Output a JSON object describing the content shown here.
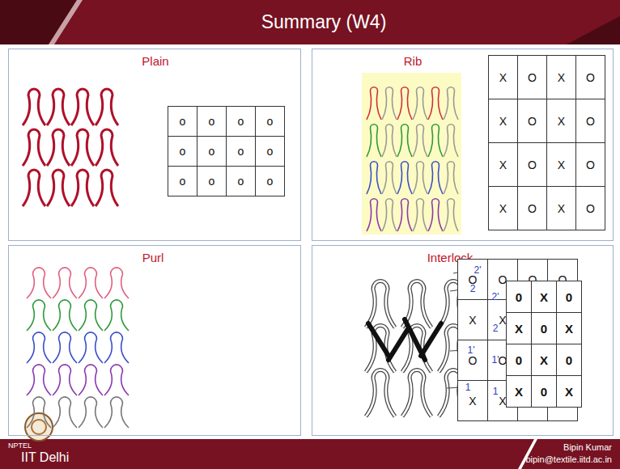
{
  "diagram": {
    "title": "Summary (W4)",
    "nodes": [
      {
        "text": [
          "Plain"
        ]
      },
      {
        "text": [
          "Rib"
        ]
      },
      {
        "text": [
          "Purl"
        ]
      },
      {
        "text": [
          "Interlock"
        ]
      }
    ],
    "labels": [
      "o",
      "o",
      "o",
      "o",
      "o",
      "o",
      "o",
      "o",
      "o",
      "o",
      "o",
      "o",
      "X",
      "O",
      "X",
      "O",
      "X",
      "O",
      "X",
      "O",
      "X",
      "O",
      "X",
      "O",
      "X",
      "O",
      "X",
      "O",
      "O",
      "O",
      "O",
      "O",
      "X",
      "X",
      "X",
      "X",
      "O",
      "O",
      "O",
      "O",
      "X",
      "X",
      "X",
      "X",
      "2'",
      "2",
      "1'",
      "1",
      "2'",
      "0",
      "X",
      "0",
      "2",
      "X",
      "0",
      "X",
      "1'",
      "0",
      "X",
      "0",
      "1",
      "X",
      "0",
      "X",
      "NPTEL",
      "IIT Delhi",
      "Bipin Kumar",
      "bipin@textile.iitd.ac.in"
    ]
  }
}
